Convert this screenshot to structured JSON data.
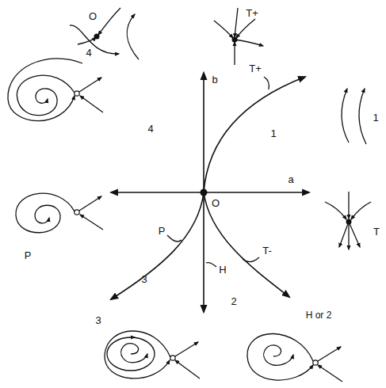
{
  "diagram": {
    "labels": [
      "O",
      "T+",
      "4",
      "b",
      "T+",
      "1",
      "4",
      "1",
      "a",
      "O",
      "P",
      "T",
      "H",
      "T-",
      "P",
      "3",
      "2",
      "3",
      "H or 2"
    ]
  }
}
